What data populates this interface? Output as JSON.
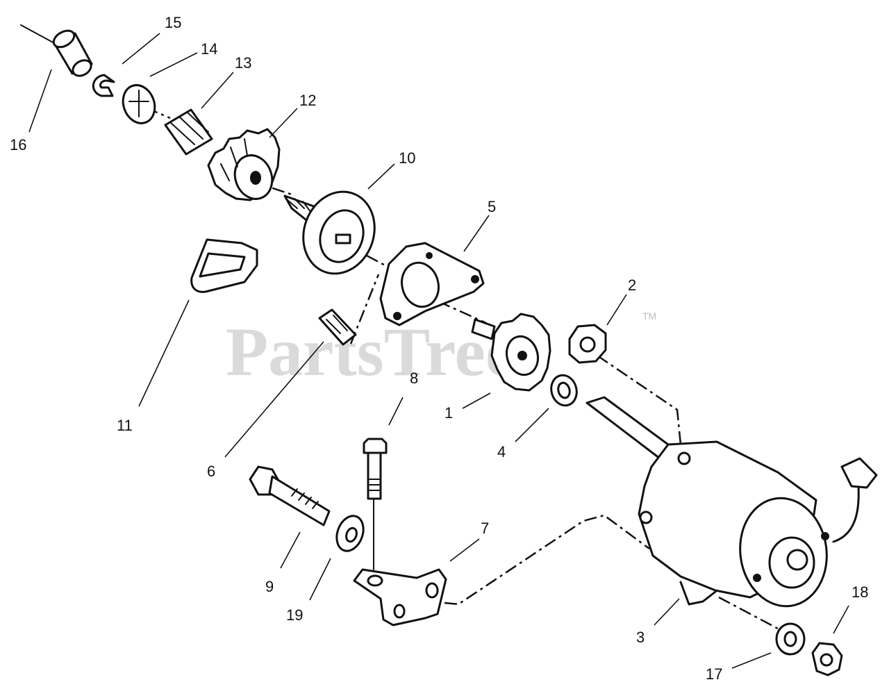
{
  "watermark": {
    "brand": "PartsTree",
    "trademark": "TM"
  },
  "callouts": {
    "c1": "1",
    "c2": "2",
    "c3": "3",
    "c4": "4",
    "c5": "5",
    "c6": "6",
    "c7": "7",
    "c8": "8",
    "c9": "9",
    "c10": "10",
    "c11": "11",
    "c12": "12",
    "c13": "13",
    "c14": "14",
    "c15": "15",
    "c16": "16",
    "c17": "17",
    "c18": "18",
    "c19": "19"
  }
}
